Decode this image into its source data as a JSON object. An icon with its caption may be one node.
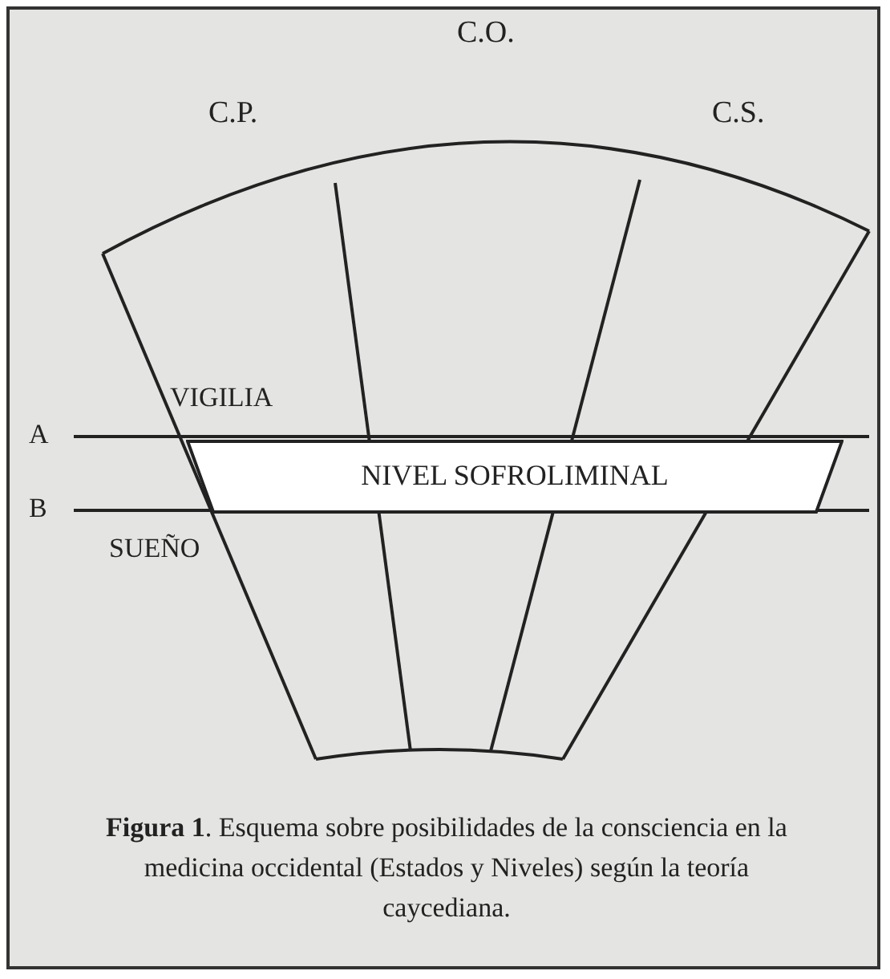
{
  "diagram": {
    "caption": "**Figura 1**. Esquema sobre posibilidades de la consciencia en la medicina occidental (Estados y Niveles) según la teoría caycediana.",
    "nodes": [
      {
        "text": [
          "NIVEL SOFROLIMINAL"
        ]
      }
    ],
    "labels": [
      "C.O.",
      "C.P.",
      "C.S.",
      "VIGILIA",
      "A",
      "B",
      "SUEÑO"
    ]
  }
}
